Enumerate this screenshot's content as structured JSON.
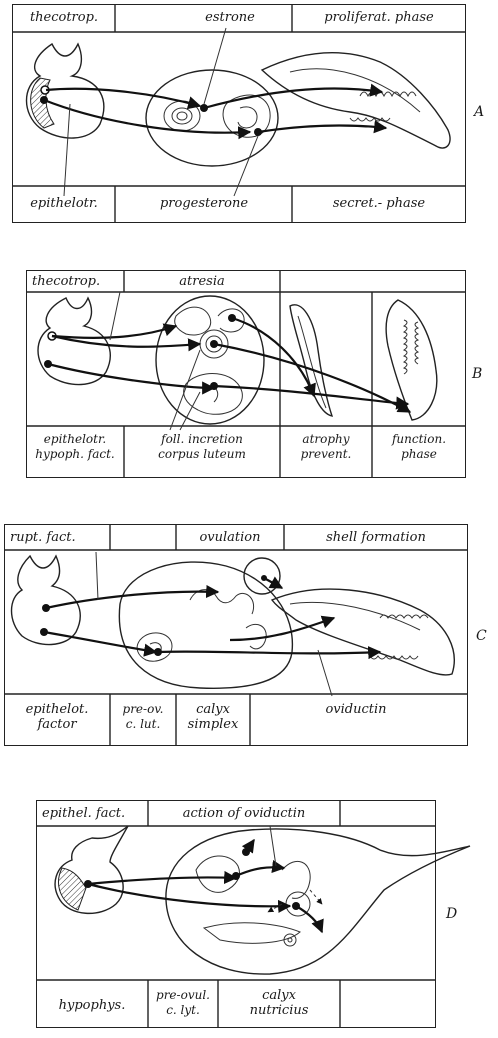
{
  "panels": [
    {
      "letter": "A",
      "top_labels": [
        "thecotrop.",
        "estrone",
        "proliferat. phase"
      ],
      "bottom_labels": [
        "epithelotr.",
        "progesterone",
        "secret.- phase"
      ]
    },
    {
      "letter": "B",
      "top_labels": [
        "thecotrop.",
        "atresia"
      ],
      "bottom_labels": [
        "epithelotr.\nhypoph. fact.",
        "foll. incretion\ncorpus luteum",
        "atrophy\nprevent.",
        "function.\nphase"
      ]
    },
    {
      "letter": "C",
      "top_labels": [
        "rupt. fact.",
        "ovulation",
        "shell formation"
      ],
      "bottom_labels": [
        "epithelot.\nfactor",
        "pre-ov.\nc. lut.",
        "calyx\nsimplex",
        "oviductin"
      ]
    },
    {
      "letter": "D",
      "top_labels": [
        "epithel. fact.",
        "action of oviductin"
      ],
      "bottom_labels": [
        "hypophys.",
        "pre-ovul.\nc. lyt.",
        "calyx\nnutricius"
      ]
    }
  ]
}
